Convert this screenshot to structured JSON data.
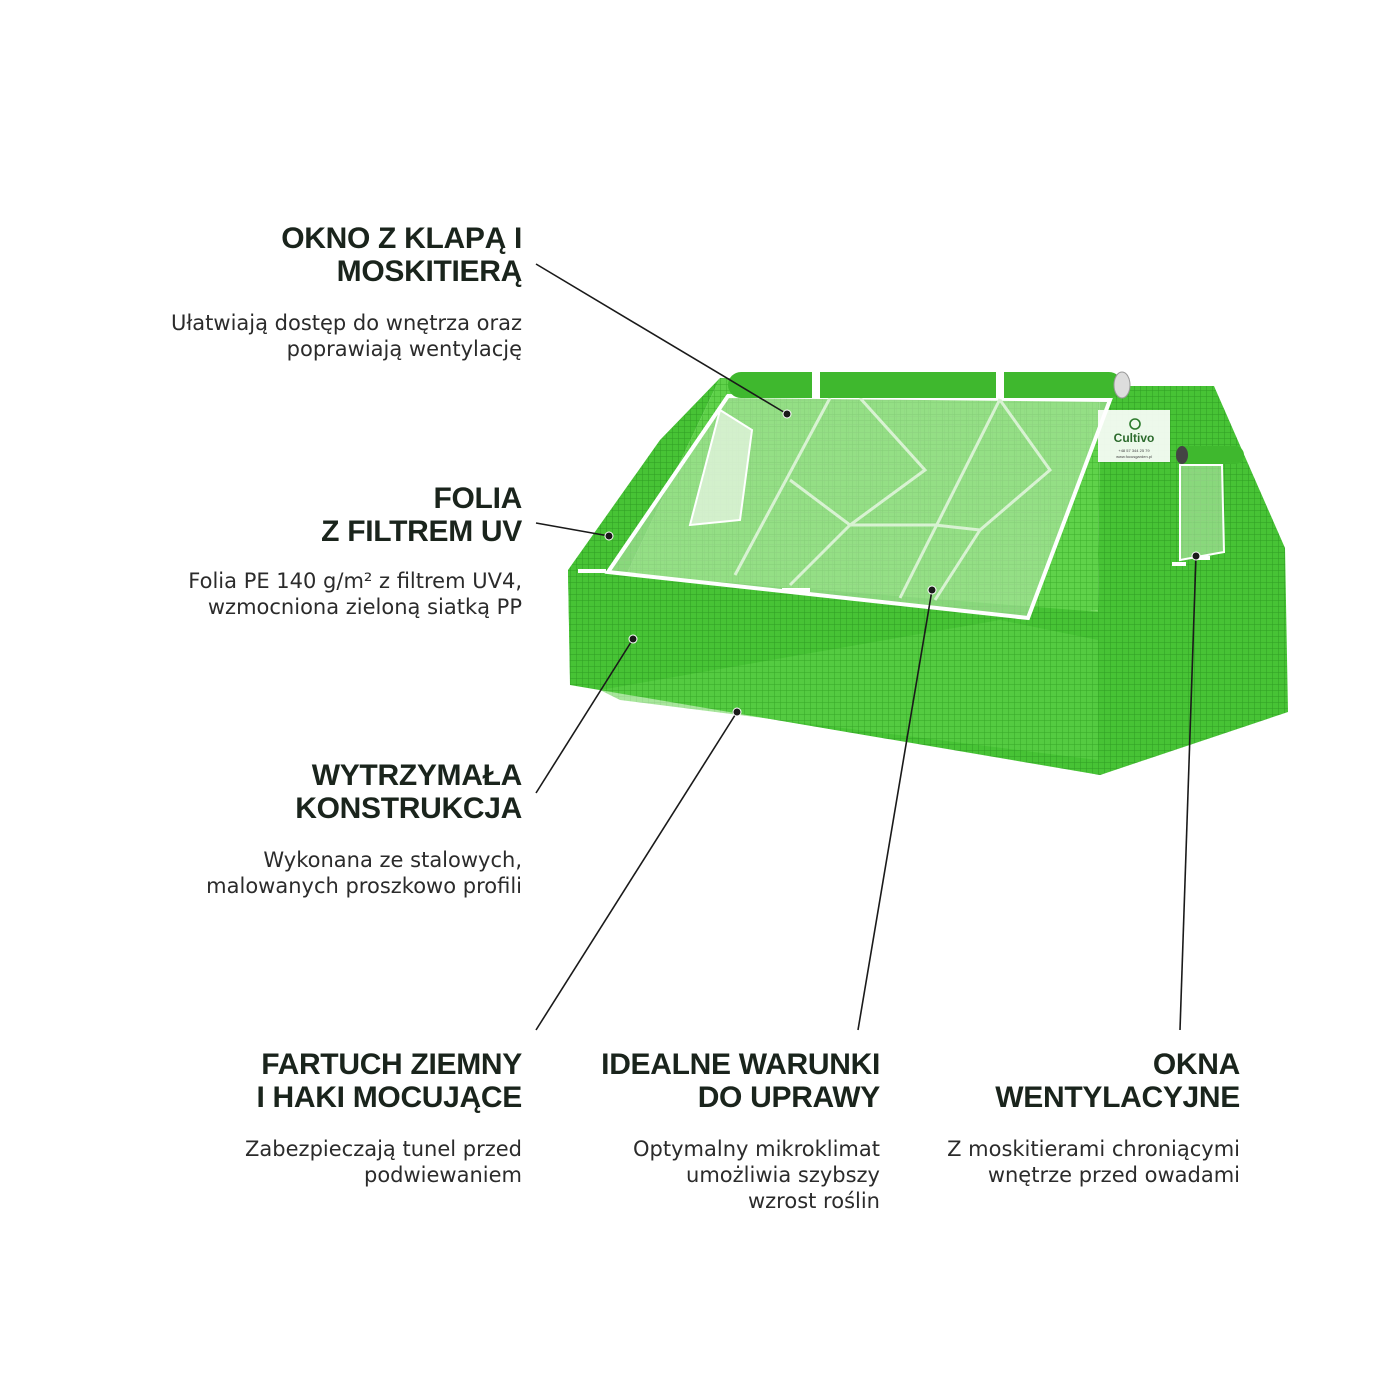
{
  "brand": {
    "logo_text": "Cultivo",
    "label_small_lines": [
      "+48 57 344 25 79",
      "www.focusgarden.pl"
    ]
  },
  "features": {
    "okno": {
      "title": "OKNO Z KLAPĄ I\nMOSKITIERĄ",
      "desc": "Ułatwiają dostęp do wnętrza oraz\npoprawiają wentylację"
    },
    "folia": {
      "title": "FOLIA\nZ FILTREM UV",
      "desc": "Folia PE 140 g/m² z filtrem UV4,\nwzmocniona zieloną siatką PP"
    },
    "konstrukcja": {
      "title": "WYTRZYMAŁA\nKONSTRUKCJA",
      "desc": "Wykonana ze stalowych,\nmalowanych proszkowo profili"
    },
    "fartuch": {
      "title": "FARTUCH ZIEMNY\nI HAKI MOCUJĄCE",
      "desc": "Zabezpieczają tunel przed\npodwiewaniem"
    },
    "idealne": {
      "title": "IDEALNE WARUNKI\nDO UPRAWY",
      "desc": "Optymalny mikroklimat\numożliwia szybszy\nwzrost roślin"
    },
    "wentylacyjne": {
      "title": "OKNA\nWENTYLACYJNE",
      "desc": "Z moskitierami chroniącymi\nwnętrze przed owadami"
    }
  },
  "colors": {
    "greenhouse_green": "#45c232",
    "greenhouse_dark": "#2f9a22",
    "text_dark": "#1a241c",
    "leader_line": "#1a1a1a"
  }
}
